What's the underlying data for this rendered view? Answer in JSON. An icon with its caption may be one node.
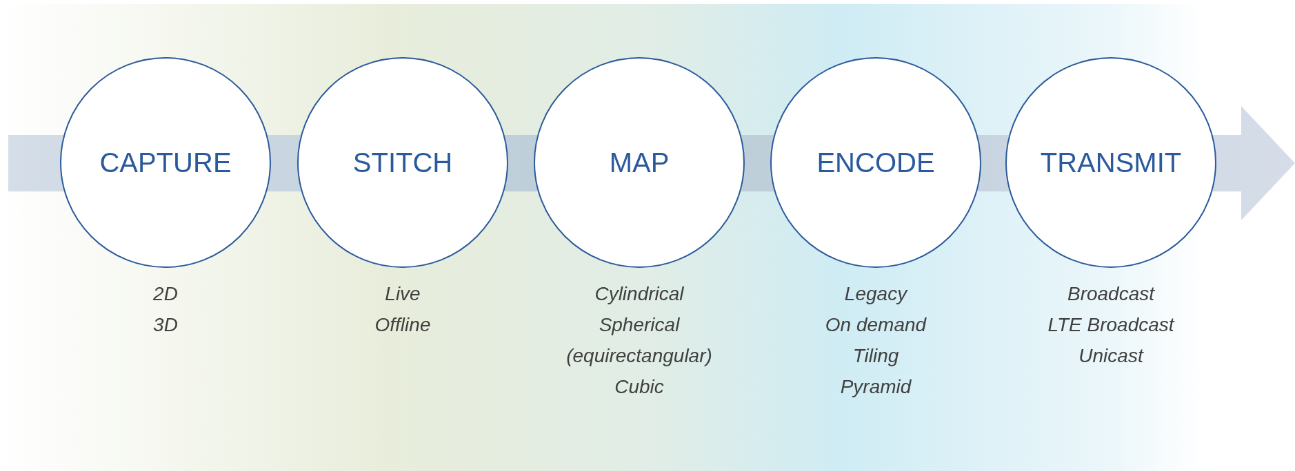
{
  "diagram": {
    "nodes": [
      {
        "text": [
          "CAPTURE"
        ],
        "beside": [
          "2D",
          "3D"
        ]
      },
      {
        "text": [
          "STITCH"
        ],
        "beside": [
          "Live",
          "Offline"
        ]
      },
      {
        "text": [
          "MAP"
        ],
        "beside": [
          "Cylindrical",
          "Spherical (equirectangular)",
          "Cubic"
        ]
      },
      {
        "text": [
          "ENCODE"
        ],
        "beside": [
          "Legacy",
          "On demand",
          "Tiling",
          "Pyramid"
        ]
      },
      {
        "text": [
          "TRANSMIT"
        ],
        "beside": [
          "Broadcast",
          "LTE Broadcast",
          "Unicast"
        ]
      }
    ]
  }
}
